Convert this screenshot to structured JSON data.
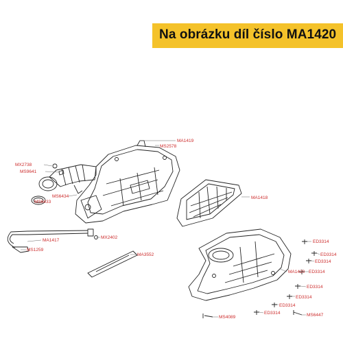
{
  "banner": {
    "text": "Na obrázku díl číslo MA1420",
    "color": "#f4c22a"
  },
  "label_color": "#cc2a2a",
  "labels": {
    "ma1419": "MA1419",
    "ms2578": "MS2578",
    "mx2738": "MX2738",
    "ms9641": "MS9641",
    "ms6434": "MS6434",
    "ms6433": "MS6433",
    "ma1418": "MA1418",
    "ma1417": "MA1417",
    "mx2402": "MX2402",
    "ms1259": "MS1259",
    "ma3552": "MA3552",
    "ed3314_a": "ED3314",
    "ed3314_b": "ED3314",
    "ed3314_c": "ED3314",
    "ma1420": "MA1420",
    "ed3314_d": "ED3314",
    "ed3314_e": "ED3314",
    "ed3314_f": "ED3314",
    "ed3314_g": "ED3314",
    "ms4089": "MS4089",
    "ms6447": "MS6447"
  }
}
